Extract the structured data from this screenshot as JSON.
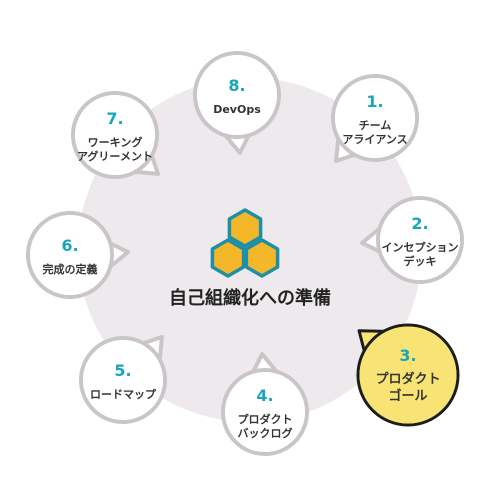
{
  "center": {
    "title": "自己組織化への準備"
  },
  "nodes": [
    {
      "number": "1.",
      "lines": [
        "チーム",
        "アライアンス"
      ],
      "active": false
    },
    {
      "number": "2.",
      "lines": [
        "インセプション",
        "デッキ"
      ],
      "active": false
    },
    {
      "number": "3.",
      "lines": [
        "プロダクト",
        "ゴール"
      ],
      "active": true
    },
    {
      "number": "4.",
      "lines": [
        "プロダクト",
        "バックログ"
      ],
      "active": false
    },
    {
      "number": "5.",
      "lines": [
        "ロードマップ"
      ],
      "active": false
    },
    {
      "number": "6.",
      "lines": [
        "完成の定義"
      ],
      "active": false
    },
    {
      "number": "7.",
      "lines": [
        "ワーキング",
        "アグリーメント"
      ],
      "active": false
    },
    {
      "number": "8.",
      "lines": [
        "DevOps"
      ],
      "active": false
    }
  ],
  "colors": {
    "background_circle": "#ede9ec",
    "node_fill": "#ffffff",
    "node_border": "#c9c5c8",
    "active_fill": "#f7e474",
    "active_border": "#1d1d1d",
    "number_color": "#1aa6b8",
    "hex_fill": "#f4b72a",
    "hex_border": "#1f8fa6",
    "text_color": "#333333"
  },
  "icons": {
    "center_icon": "honeycomb-hexagons-icon"
  }
}
